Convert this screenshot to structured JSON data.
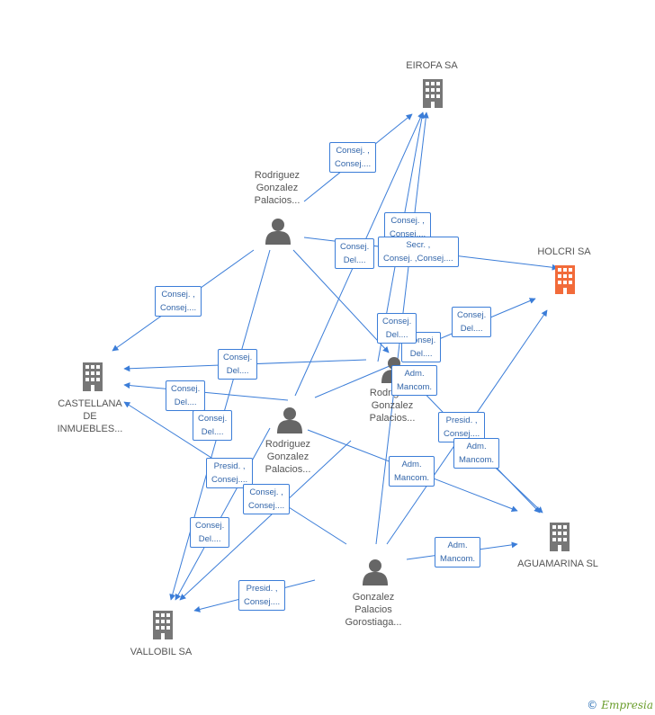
{
  "companies": {
    "eirofa": "EIROFA SA",
    "holcri": "HOLCRI SA",
    "castellana": [
      "CASTELLANA",
      "DE",
      "INMUEBLES..."
    ],
    "aguamarina": "AGUAMARINA SL",
    "vallobil": "VALLOBIL SA"
  },
  "persons": {
    "p1": [
      "Rodriguez",
      "Gonzalez",
      "Palacios..."
    ],
    "p2": [
      "Rodriguez",
      "Gonzalez",
      "Palacios..."
    ],
    "p3": [
      "Rodriguez",
      "Gonzalez",
      "Palacios..."
    ],
    "p4": [
      "Gonzalez",
      "Palacios",
      "Gorostiaga..."
    ]
  },
  "badges": {
    "b1": [
      "Consej. ,",
      "Consej...."
    ],
    "b2": [
      "Consej. ,",
      "Consej...."
    ],
    "b3": [
      "Secr. ,",
      "Consej. ,Consej...."
    ],
    "b4": [
      "Consej.",
      "Del...."
    ],
    "b5": [
      "Consej. ,",
      "Consej...."
    ],
    "b6": [
      "Consej.",
      "Del...."
    ],
    "b7": [
      "Consej.",
      "Del...."
    ],
    "b8": [
      "Consej.",
      "Del...."
    ],
    "b9": [
      "Consej.",
      "Del...."
    ],
    "b10": [
      "Consej.",
      "Del...."
    ],
    "b11": [
      "Consej.",
      "Del...."
    ],
    "b12": [
      "Adm.",
      "Mancom."
    ],
    "b13": [
      "Presid. ,",
      "Consej...."
    ],
    "b14": [
      "Adm.",
      "Mancom."
    ],
    "b15": [
      "Presid. ,",
      "Consej...."
    ],
    "b16": [
      "Adm.",
      "Mancom."
    ],
    "b17": [
      "Consej. ,",
      "Consej...."
    ],
    "b18": [
      "Consej.",
      "Del...."
    ],
    "b19": [
      "Adm.",
      "Mancom."
    ],
    "b20": [
      "Presid. ,",
      "Consej...."
    ]
  },
  "footer": {
    "copyright": "©",
    "brand": "Empresia"
  },
  "colors": {
    "edge": "#3b7dd8",
    "company": "#777777",
    "company_highlight": "#f26b3a",
    "person": "#666666"
  }
}
